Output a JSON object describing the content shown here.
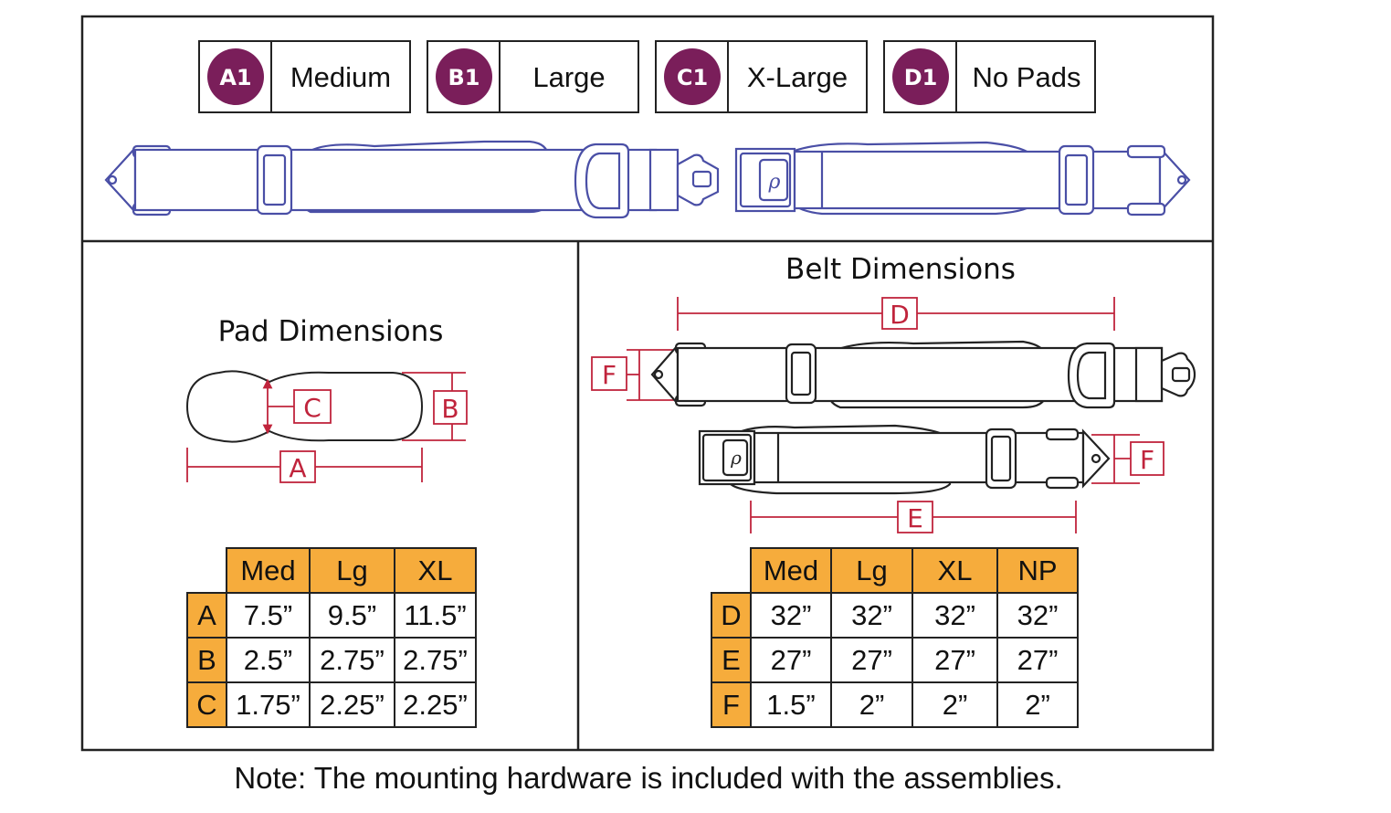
{
  "options": [
    {
      "code": "A1",
      "label": "Medium"
    },
    {
      "code": "B1",
      "label": "Large"
    },
    {
      "code": "C1",
      "label": "X-Large"
    },
    {
      "code": "D1",
      "label": "No Pads"
    }
  ],
  "pad_dimensions": {
    "title": "Pad Dimensions",
    "markers": [
      "A",
      "B",
      "C"
    ],
    "table": {
      "headers": [
        "Med",
        "Lg",
        "XL"
      ],
      "rows": [
        {
          "label": "A",
          "values": [
            "7.5”",
            "9.5”",
            "11.5”"
          ]
        },
        {
          "label": "B",
          "values": [
            "2.5”",
            "2.75”",
            "2.75”"
          ]
        },
        {
          "label": "C",
          "values": [
            "1.75”",
            "2.25”",
            "2.25”"
          ]
        }
      ]
    }
  },
  "belt_dimensions": {
    "title": "Belt Dimensions",
    "markers": [
      "D",
      "F",
      "F",
      "E"
    ],
    "table": {
      "headers": [
        "Med",
        "Lg",
        "XL",
        "NP"
      ],
      "rows": [
        {
          "label": "D",
          "values": [
            "32”",
            "32”",
            "32”",
            "32”"
          ]
        },
        {
          "label": "E",
          "values": [
            "27”",
            "27”",
            "27”",
            "27”"
          ]
        },
        {
          "label": "F",
          "values": [
            "1.5”",
            "2”",
            "2”",
            "2”"
          ]
        }
      ]
    }
  },
  "note": "Note: The mounting hardware is included with the assemblies.",
  "colors": {
    "badge": "#7a1e5a",
    "belt_outline": "#4a4fa6",
    "dimension_line": "#c0243c",
    "table_header": "#f6ac3c"
  }
}
